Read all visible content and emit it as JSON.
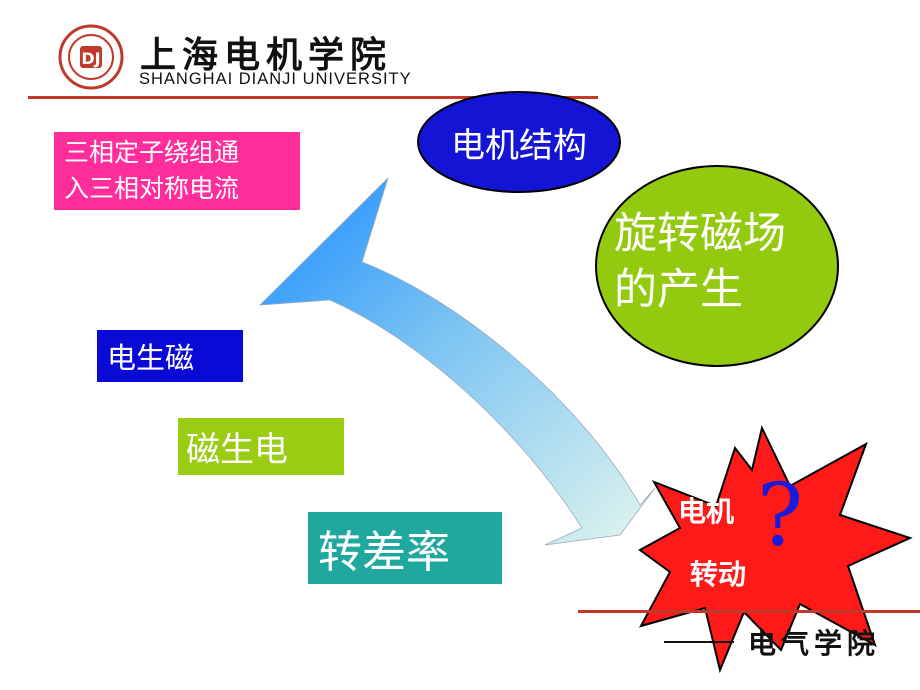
{
  "header": {
    "logo_cn": "上海电机学院",
    "logo_en": "SHANGHAI DIANJI UNIVERSITY"
  },
  "boxes": {
    "pink_line1": "三相定子绕组通",
    "pink_line2": "入三相对称电流",
    "blue": "电生磁",
    "green": "磁生电",
    "teal": "转差率"
  },
  "ellipses": {
    "structure": "电机结构",
    "rotating_line1": "旋转磁场",
    "rotating_line2": "的产生"
  },
  "star": {
    "line1": "电机",
    "line2": "转动",
    "question": "?"
  },
  "footer": {
    "dash": "——",
    "text": "电气学院"
  },
  "colors": {
    "accent_red": "#c0392b",
    "pink": "#ff2e9a",
    "blue": "#0a0ad6",
    "green": "#9acc14",
    "teal": "#21a89e",
    "star_red": "#ff1a1a"
  }
}
